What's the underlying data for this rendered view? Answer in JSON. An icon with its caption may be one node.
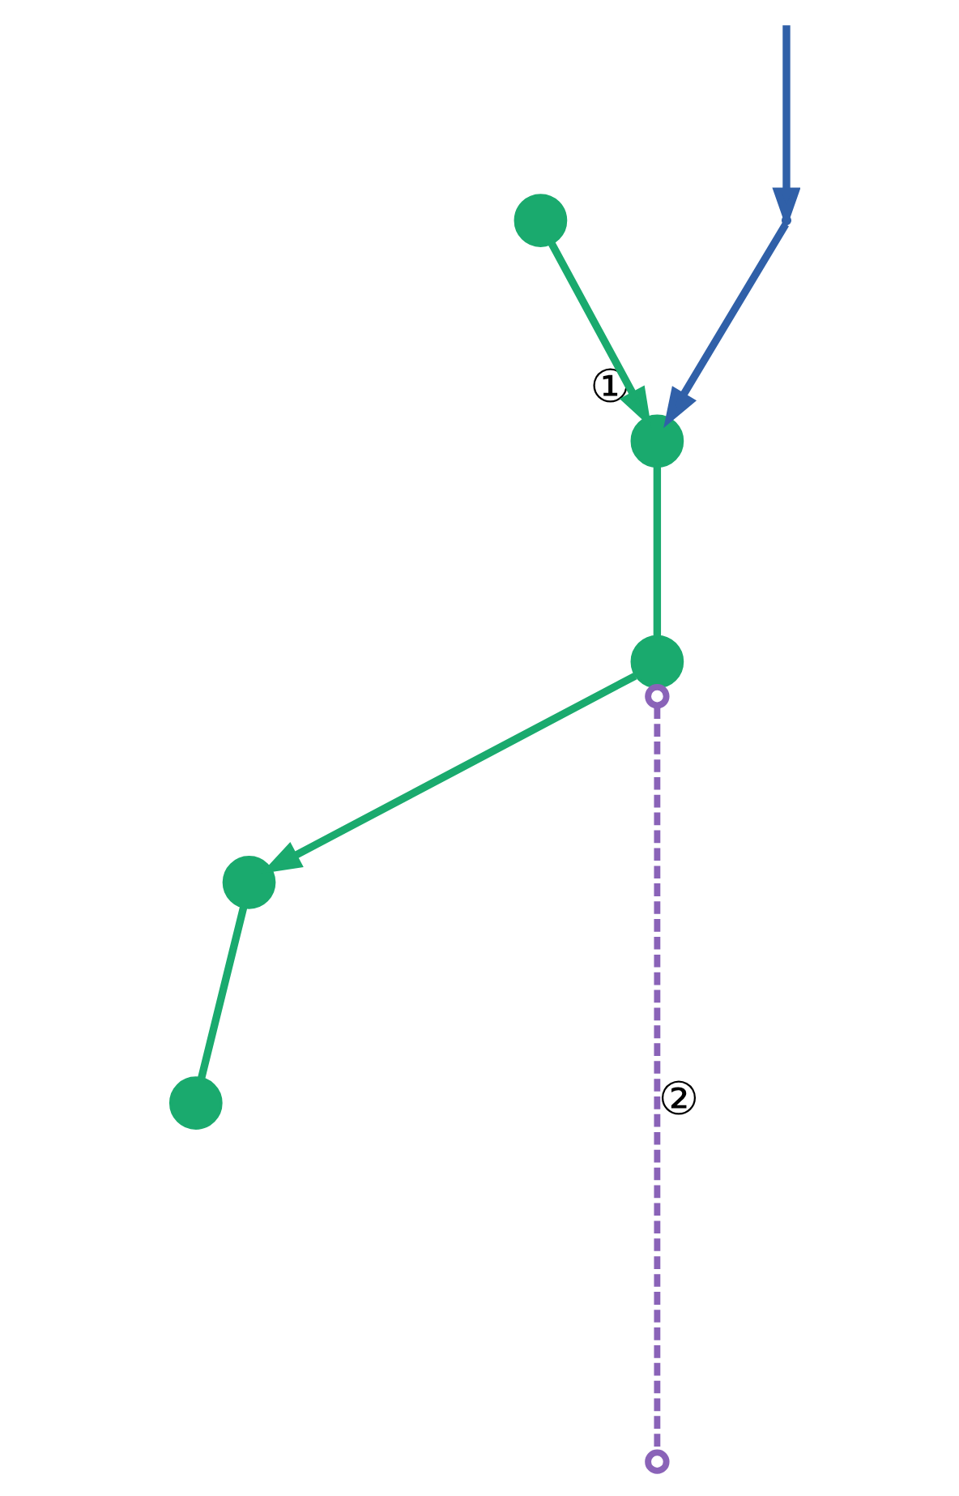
{
  "diagram": {
    "nodes": [
      {
        "text": [],
        "shape": "point"
      },
      {
        "text": [],
        "shape": "circle"
      },
      {
        "text": [],
        "shape": "circle",
        "beside": [
          "①"
        ]
      },
      {
        "text": [],
        "shape": "circle"
      },
      {
        "text": [],
        "shape": "circle"
      },
      {
        "text": [],
        "shape": "circle"
      }
    ],
    "edges": [
      {
        "from": null,
        "to": 0,
        "arrow": "to",
        "color": "#3060a8"
      },
      {
        "from": 0,
        "to": 2,
        "arrow": "to",
        "color": "#3060a8"
      },
      {
        "from": 1,
        "to": 2,
        "arrow": "to"
      },
      {
        "from": 2,
        "to": 3,
        "arrow": "none"
      },
      {
        "from": 3,
        "to": 4,
        "arrow": "to"
      },
      {
        "from": 4,
        "to": 5,
        "arrow": "none"
      },
      {
        "from": 3,
        "to": null,
        "arrow": "other",
        "style": "dashed",
        "color": "#8a63b8",
        "label": "②"
      }
    ]
  }
}
